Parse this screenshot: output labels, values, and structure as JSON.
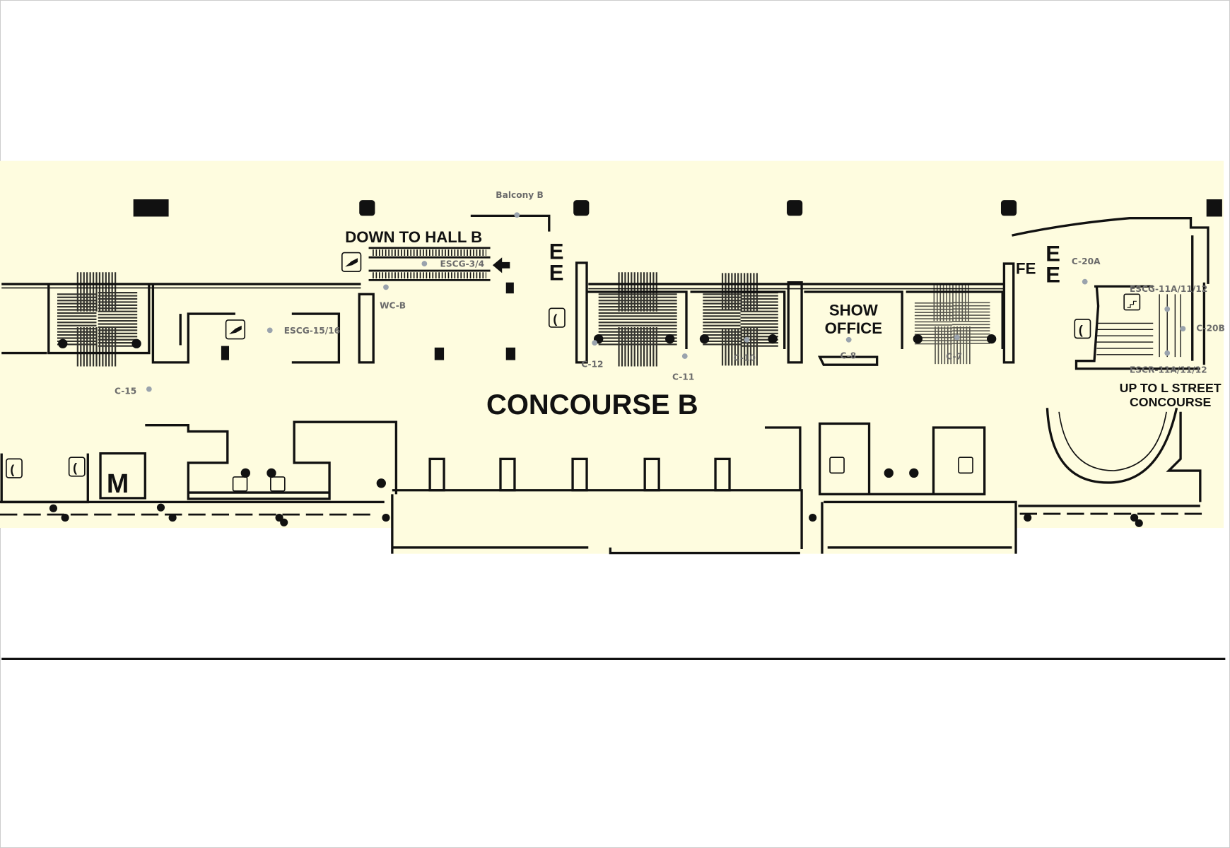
{
  "map": {
    "title": "CONCOURSE B",
    "colors": {
      "floor": "#fefcdf",
      "walls": "#111111",
      "markers": "#9aa3ad"
    },
    "signs": {
      "down_to_hall": "DOWN TO HALL B",
      "show_office_line1": "SHOW",
      "show_office_line2": "OFFICE",
      "up_to_line1": "UP TO L STREET",
      "up_to_line2": "CONCOURSE",
      "fe": "FE",
      "elevator": "E",
      "mezzanine": "M"
    },
    "locations": [
      {
        "id": "balcony-b",
        "label": "Balcony B"
      },
      {
        "id": "escg-3-4",
        "label": "ESCG-3/4"
      },
      {
        "id": "wc-b",
        "label": "WC-B"
      },
      {
        "id": "escg-15-16",
        "label": "ESCG-15/16"
      },
      {
        "id": "c-15",
        "label": "C-15"
      },
      {
        "id": "c-12",
        "label": "C-12"
      },
      {
        "id": "c-11",
        "label": "C-11"
      },
      {
        "id": "c-10",
        "label": "C-10"
      },
      {
        "id": "c-8",
        "label": "C-8"
      },
      {
        "id": "c-7",
        "label": "C-7"
      },
      {
        "id": "c-20a",
        "label": "C-20A"
      },
      {
        "id": "escg-11a",
        "label": "ESCG-11A/11/12"
      },
      {
        "id": "c-20b",
        "label": "C-20B"
      },
      {
        "id": "escr-11a",
        "label": "ESCR-11A/11/12"
      }
    ],
    "icons": [
      "escalator-icon",
      "phone-icon",
      "stairs-icon",
      "restroom-icon",
      "arrow-left-icon"
    ]
  }
}
